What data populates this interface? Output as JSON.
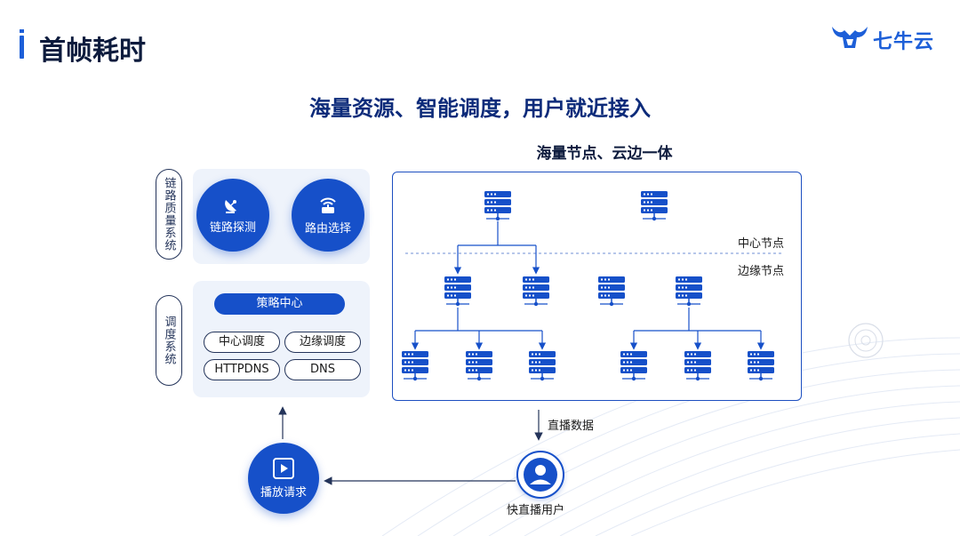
{
  "page": {
    "title": "首帧耗时",
    "headline": "海量资源、智能调度，用户就近接入"
  },
  "logo": {
    "text": "七牛云",
    "icon": "qiniu-bull-logo"
  },
  "network": {
    "title": "海量节点、云边一体",
    "center_label": "中心节点",
    "edge_label": "边缘节点",
    "server_icon": "server-rack-icon"
  },
  "link_quality": {
    "label": "链路质量系统",
    "items": [
      {
        "label": "链路探测",
        "icon": "satellite-dish-icon"
      },
      {
        "label": "路由选择",
        "icon": "router-icon"
      }
    ]
  },
  "scheduling": {
    "label": "调度系统",
    "strategy_center": "策略中心",
    "options": [
      "中心调度",
      "边缘调度",
      "HTTPDNS",
      "DNS"
    ]
  },
  "flow": {
    "stream_data": "直播数据",
    "user_label": "快直播用户",
    "user_icon": "user-icon",
    "play_label": "播放请求",
    "play_icon": "play-icon"
  },
  "colors": {
    "primary": "#1650c9",
    "dark_text": "#0d1b3d",
    "panel": "#eef3fb"
  }
}
